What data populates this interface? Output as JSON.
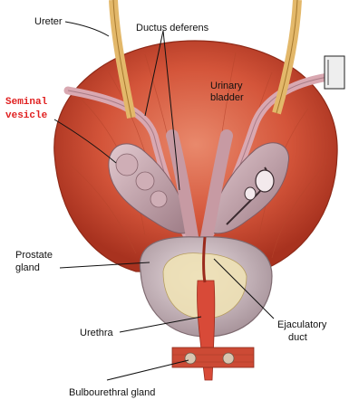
{
  "labels": {
    "ureter": "Ureter",
    "ductus_deferens": "Ductus deferens",
    "urinary_bladder_1": "Urinary",
    "urinary_bladder_2": "bladder",
    "seminal_vesicle_1": "Seminal",
    "seminal_vesicle_2": "vesicle",
    "prostate_gland_1": "Prostate",
    "prostate_gland_2": "gland",
    "urethra": "Urethra",
    "ejaculatory_duct_1": "Ejaculatory",
    "ejaculatory_duct_2": "duct",
    "bulbourethral_gland": "Bulbourethral gland"
  },
  "colors": {
    "bladder": "#d4553a",
    "bladder_dark": "#a8321f",
    "bladder_light": "#e9896c",
    "vesicle": "#c9a5ad",
    "vesicle_dark": "#9c7a84",
    "prostate": "#d6c7cc",
    "prostate_inner": "#efe2b6",
    "ureter": "#e3b86a",
    "seminal_label": "#e02020"
  }
}
